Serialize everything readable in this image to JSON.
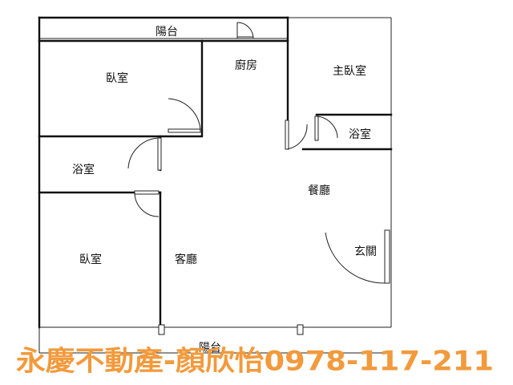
{
  "floorplan": {
    "rooms": {
      "balcony_top": "陽台",
      "bedroom_top_left": "臥室",
      "kitchen": "廚房",
      "master_bedroom": "主臥室",
      "bath_right": "浴室",
      "bath_left": "浴室",
      "dining_room": "餐廳",
      "entrance": "玄關",
      "bedroom_bottom_left": "臥室",
      "living_room": "客廳",
      "balcony_bottom": "陽台"
    }
  },
  "watermark": {
    "text": "永慶不動產-顏欣怡0978-117-211",
    "color": "#f29a3c"
  }
}
